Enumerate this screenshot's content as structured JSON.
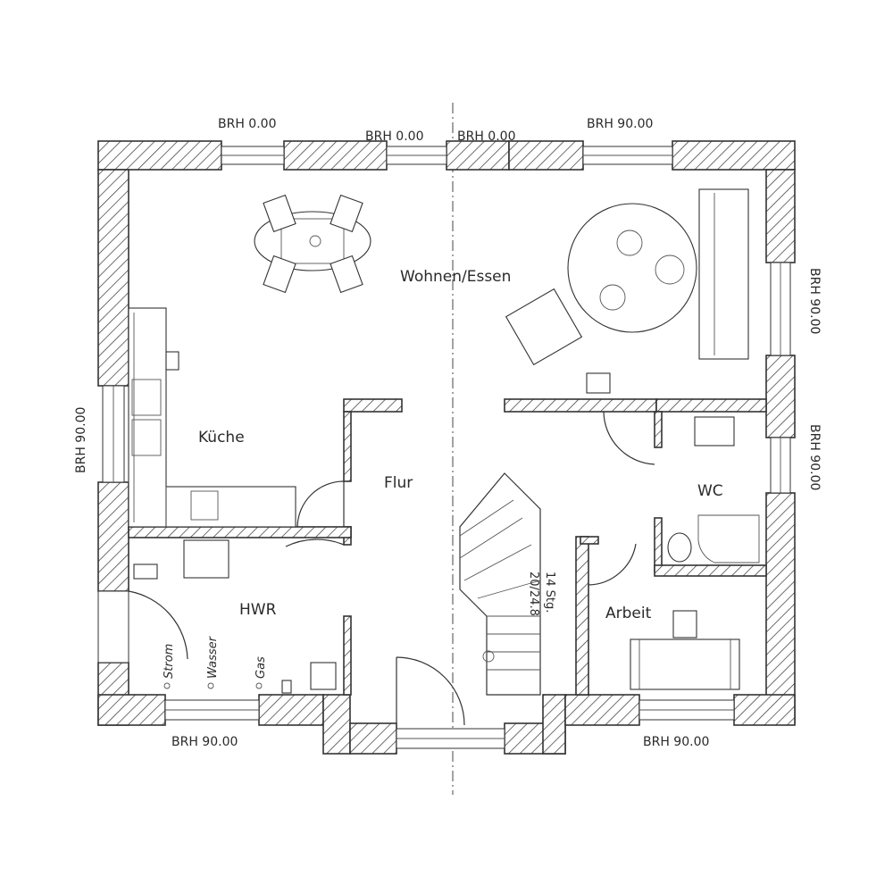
{
  "rooms": {
    "wohnen": "Wohnen/Essen",
    "kueche": "Küche",
    "flur": "Flur",
    "wc": "WC",
    "hwr": "HWR",
    "arbeit": "Arbeit"
  },
  "brh": {
    "top_left": "BRH 0.00",
    "top_mid_left": "BRH 0.00",
    "top_mid_right": "BRH 0.00",
    "top_right": "BRH 90.00",
    "left": "BRH 90.00",
    "right_upper": "BRH 90.00",
    "right_lower": "BRH 90.00",
    "bottom_left": "BRH 90.00",
    "bottom_right": "BRH 90.00"
  },
  "utilities": {
    "strom": "Strom",
    "wasser": "Wasser",
    "gas": "Gas"
  },
  "stairs": {
    "steps": "14 Stg.",
    "dims": "20/24.8"
  }
}
